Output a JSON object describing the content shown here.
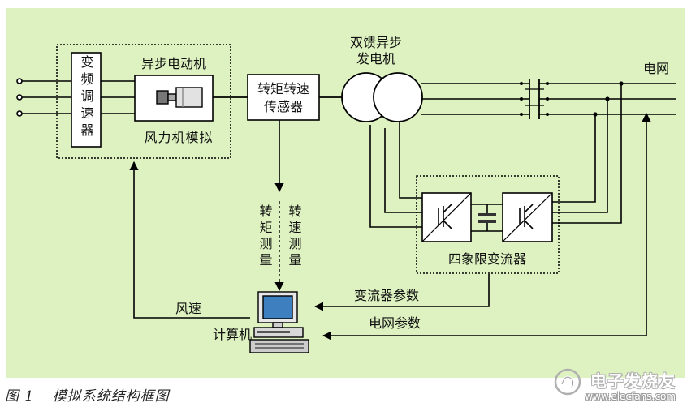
{
  "colors": {
    "panel": "#ddf2c0",
    "line": "#000000",
    "box_fill": "#ffffff",
    "screen": "#3d7fbf"
  },
  "blocks": {
    "vfd": "变频调速器",
    "motor": "异步电动机",
    "turbine": "风力机模拟",
    "sensor_line1": "转矩转速",
    "sensor_line2": "传感器",
    "generator_line1": "双馈异步",
    "generator_line2": "发电机",
    "converter": "四象限变流器",
    "grid": "电网",
    "computer": "计算机"
  },
  "signals": {
    "torque_measure": "转矩测量",
    "speed_measure": "转速测量",
    "converter_params": "变流器参数",
    "grid_params": "电网参数",
    "wind_speed": "风速"
  },
  "caption": {
    "figure_no": "图 1",
    "title": "模拟系统结构框图"
  },
  "watermark": {
    "name": "电子发烧友",
    "url": "www.elecfans.com"
  },
  "icons": [
    "motor-icon",
    "igbt-icon",
    "capacitor-icon",
    "breaker-icon",
    "computer-icon",
    "watermark-logo-icon"
  ]
}
